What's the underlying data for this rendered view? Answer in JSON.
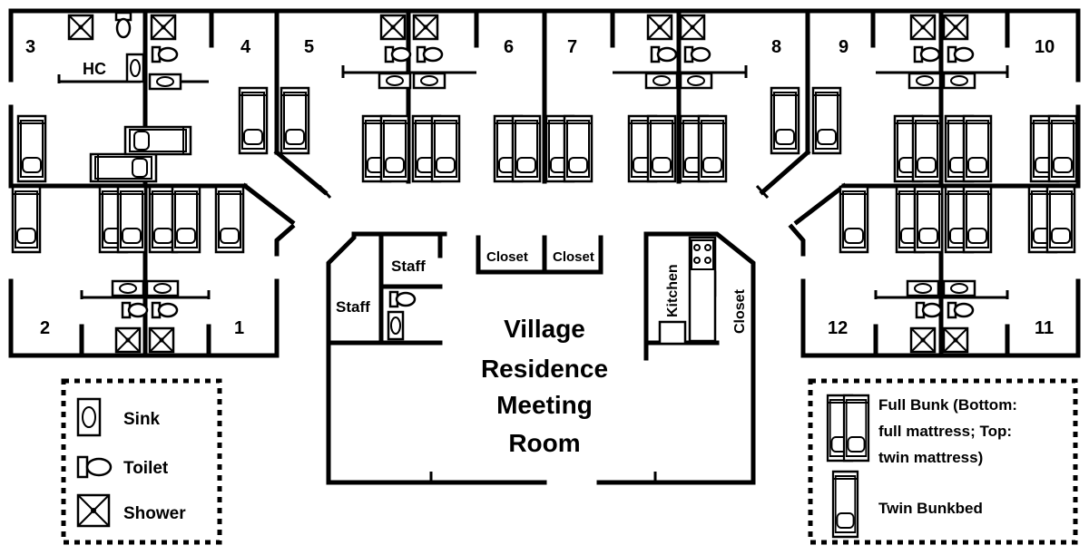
{
  "rooms": {
    "r1": "1",
    "r2": "2",
    "r3": "3",
    "r4": "4",
    "r5": "5",
    "r6": "6",
    "r7": "7",
    "r8": "8",
    "r9": "9",
    "r10": "10",
    "r11": "11",
    "r12": "12"
  },
  "labels": {
    "hc": "HC",
    "staff_upper": "Staff",
    "staff_lower": "Staff",
    "closet_left": "Closet",
    "closet_right": "Closet",
    "kitchen": "Kitchen",
    "closet_vertical": "Closet",
    "meeting_room": [
      "Village",
      "Residence",
      "Meeting",
      "Room"
    ]
  },
  "legend_left": {
    "sink": "Sink",
    "toilet": "Toilet",
    "shower": "Shower"
  },
  "legend_right": {
    "full_bunk": [
      "Full Bunk (Bottom:",
      "full mattress; Top:",
      "twin mattress)"
    ],
    "twin_bunk": "Twin Bunkbed"
  }
}
